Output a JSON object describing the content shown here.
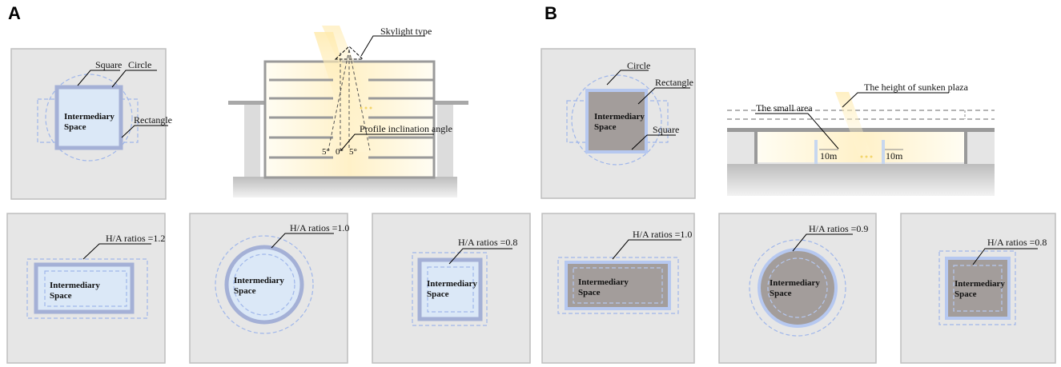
{
  "panels": {
    "a": "A",
    "b": "B"
  },
  "space_label": {
    "line1": "Intermediary",
    "line2": "Space"
  },
  "top_a_plan": {
    "square": "Square",
    "circle": "Circle",
    "rectangle": "Rectangle"
  },
  "top_a_section": {
    "skylight": "Skylight type",
    "profile": "Profile inclination angle",
    "angle_left": "5°",
    "angle_mid": "0°",
    "angle_right": "5°"
  },
  "top_b_plan": {
    "circle": "Circle",
    "rectangle": "Rectangle",
    "square": "Square"
  },
  "top_b_section": {
    "height": "The height of sunken plaza",
    "small_area": "The small area",
    "dim_left": "10m",
    "dim_right": "10m"
  },
  "bottom_a": [
    "H/A ratios =1.2",
    "H/A ratios =1.0",
    "H/A ratios =0.8"
  ],
  "bottom_b": [
    "H/A ratios =1.0",
    "H/A ratios =0.9",
    "H/A ratios =0.8"
  ],
  "colors": {
    "panel_bg": "#e6e6e6",
    "space_a": "#dbe8f7",
    "space_b": "#a39d9b",
    "dashed": "#9fb6ea",
    "wall": "#9a9a9a"
  }
}
